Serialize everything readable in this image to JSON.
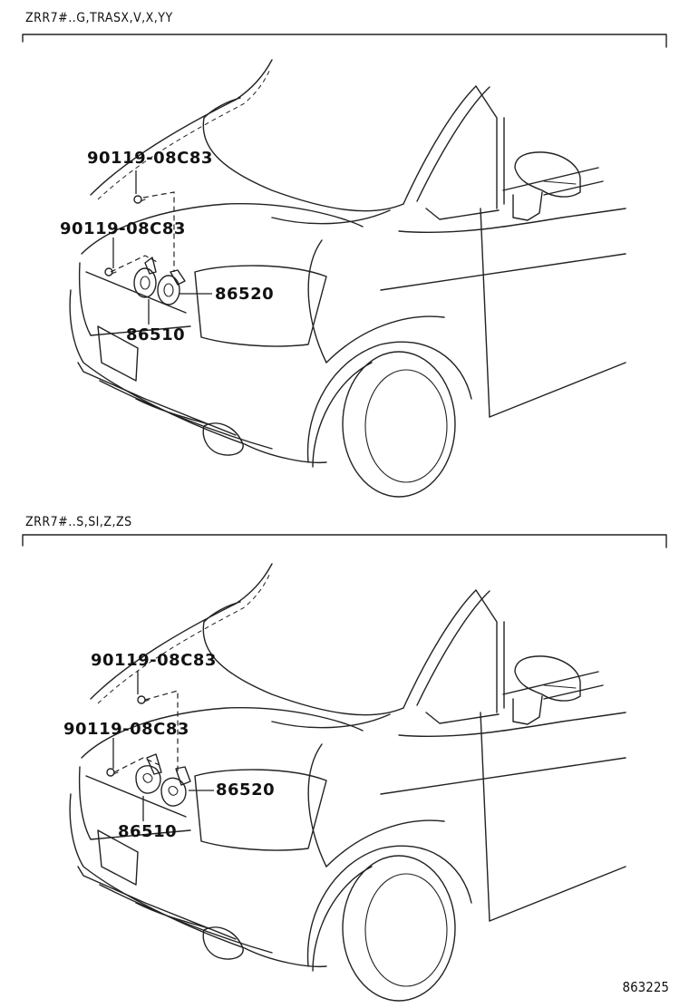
{
  "panels": [
    {
      "title": "ZRR7#..G,TRASX,V,X,YY",
      "labels": {
        "bolt_upper": "90119-08C83",
        "bolt_lower": "90119-08C83",
        "horn_high": "86520",
        "horn_low": "86510"
      }
    },
    {
      "title": "ZRR7#..S,SI,Z,ZS",
      "labels": {
        "bolt_upper": "90119-08C83",
        "bolt_lower": "90119-08C83",
        "horn_high": "86520",
        "horn_low": "86510"
      }
    }
  ],
  "diagram_code": "863225"
}
